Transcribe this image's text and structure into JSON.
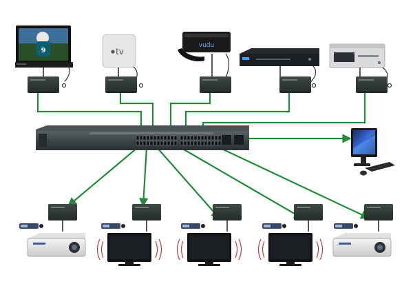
{
  "colors": {
    "cable": "#1f8a3a",
    "cable_light": "#35a851",
    "device_dark": "#2a3236",
    "device_box": "#2f3a35",
    "background": "#ffffff"
  },
  "diagram": {
    "sources": [
      {
        "device": "tv-set-top",
        "icon": "tv-icon"
      },
      {
        "device": "apple-tv",
        "icon": "apple-tv-icon",
        "label": "tv"
      },
      {
        "device": "vudu-box",
        "icon": "streaming-box-icon",
        "label": "vudu"
      },
      {
        "device": "blu-ray-player",
        "icon": "disc-player-icon"
      },
      {
        "device": "media-server",
        "icon": "media-server-icon"
      }
    ],
    "switch": {
      "device": "network-switch",
      "icon": "switch-icon"
    },
    "control_pc": {
      "device": "desktop-computer",
      "icon": "monitor-icon"
    },
    "displays": [
      {
        "device": "projector",
        "icon": "projector-icon"
      },
      {
        "device": "flat-tv",
        "icon": "tv-icon"
      },
      {
        "device": "flat-tv",
        "icon": "tv-icon"
      },
      {
        "device": "flat-tv",
        "icon": "tv-icon"
      },
      {
        "device": "projector",
        "icon": "projector-icon"
      }
    ]
  }
}
